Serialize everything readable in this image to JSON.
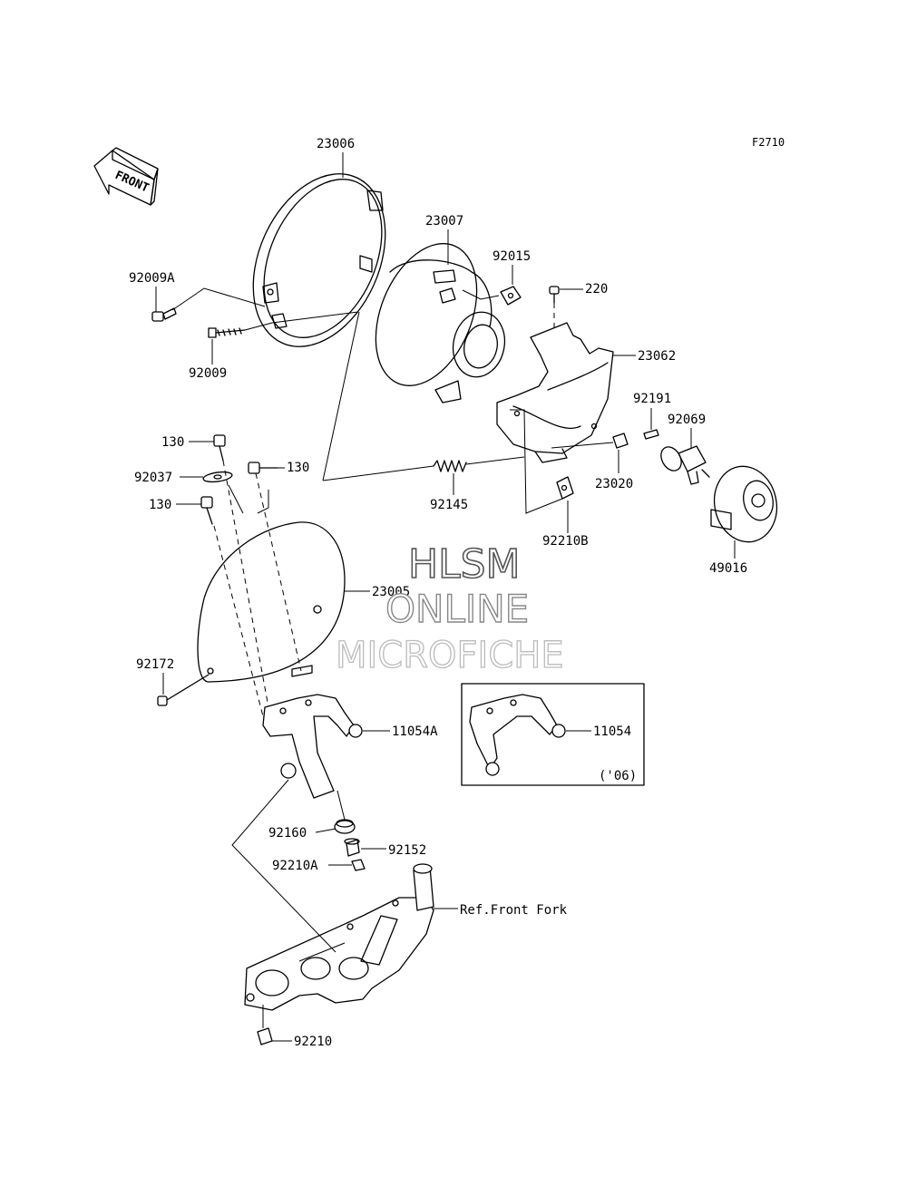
{
  "diagram_code": "F2710",
  "front_arrow": "FRONT",
  "watermark": [
    "HLSM",
    "ONLINE",
    "MICROFICHE"
  ],
  "callouts": {
    "p23006": "23006",
    "p23007": "23007",
    "p92015": "92015",
    "p220": "220",
    "p23062": "23062",
    "p92009A": "92009A",
    "p92009": "92009",
    "p92191": "92191",
    "p92069": "92069",
    "p130a": "130",
    "p130b": "130",
    "p130c": "130",
    "p92037": "92037",
    "p92145": "92145",
    "p23020": "23020",
    "p92210B": "92210B",
    "p49016": "49016",
    "p23005": "23005",
    "p92172": "92172",
    "p11054A": "11054A",
    "p11054": "11054",
    "p92160": "92160",
    "p92152": "92152",
    "p92210A": "92210A",
    "refFrontFork": "Ref.Front Fork",
    "p92210": "92210"
  },
  "inset_note": "('06)"
}
